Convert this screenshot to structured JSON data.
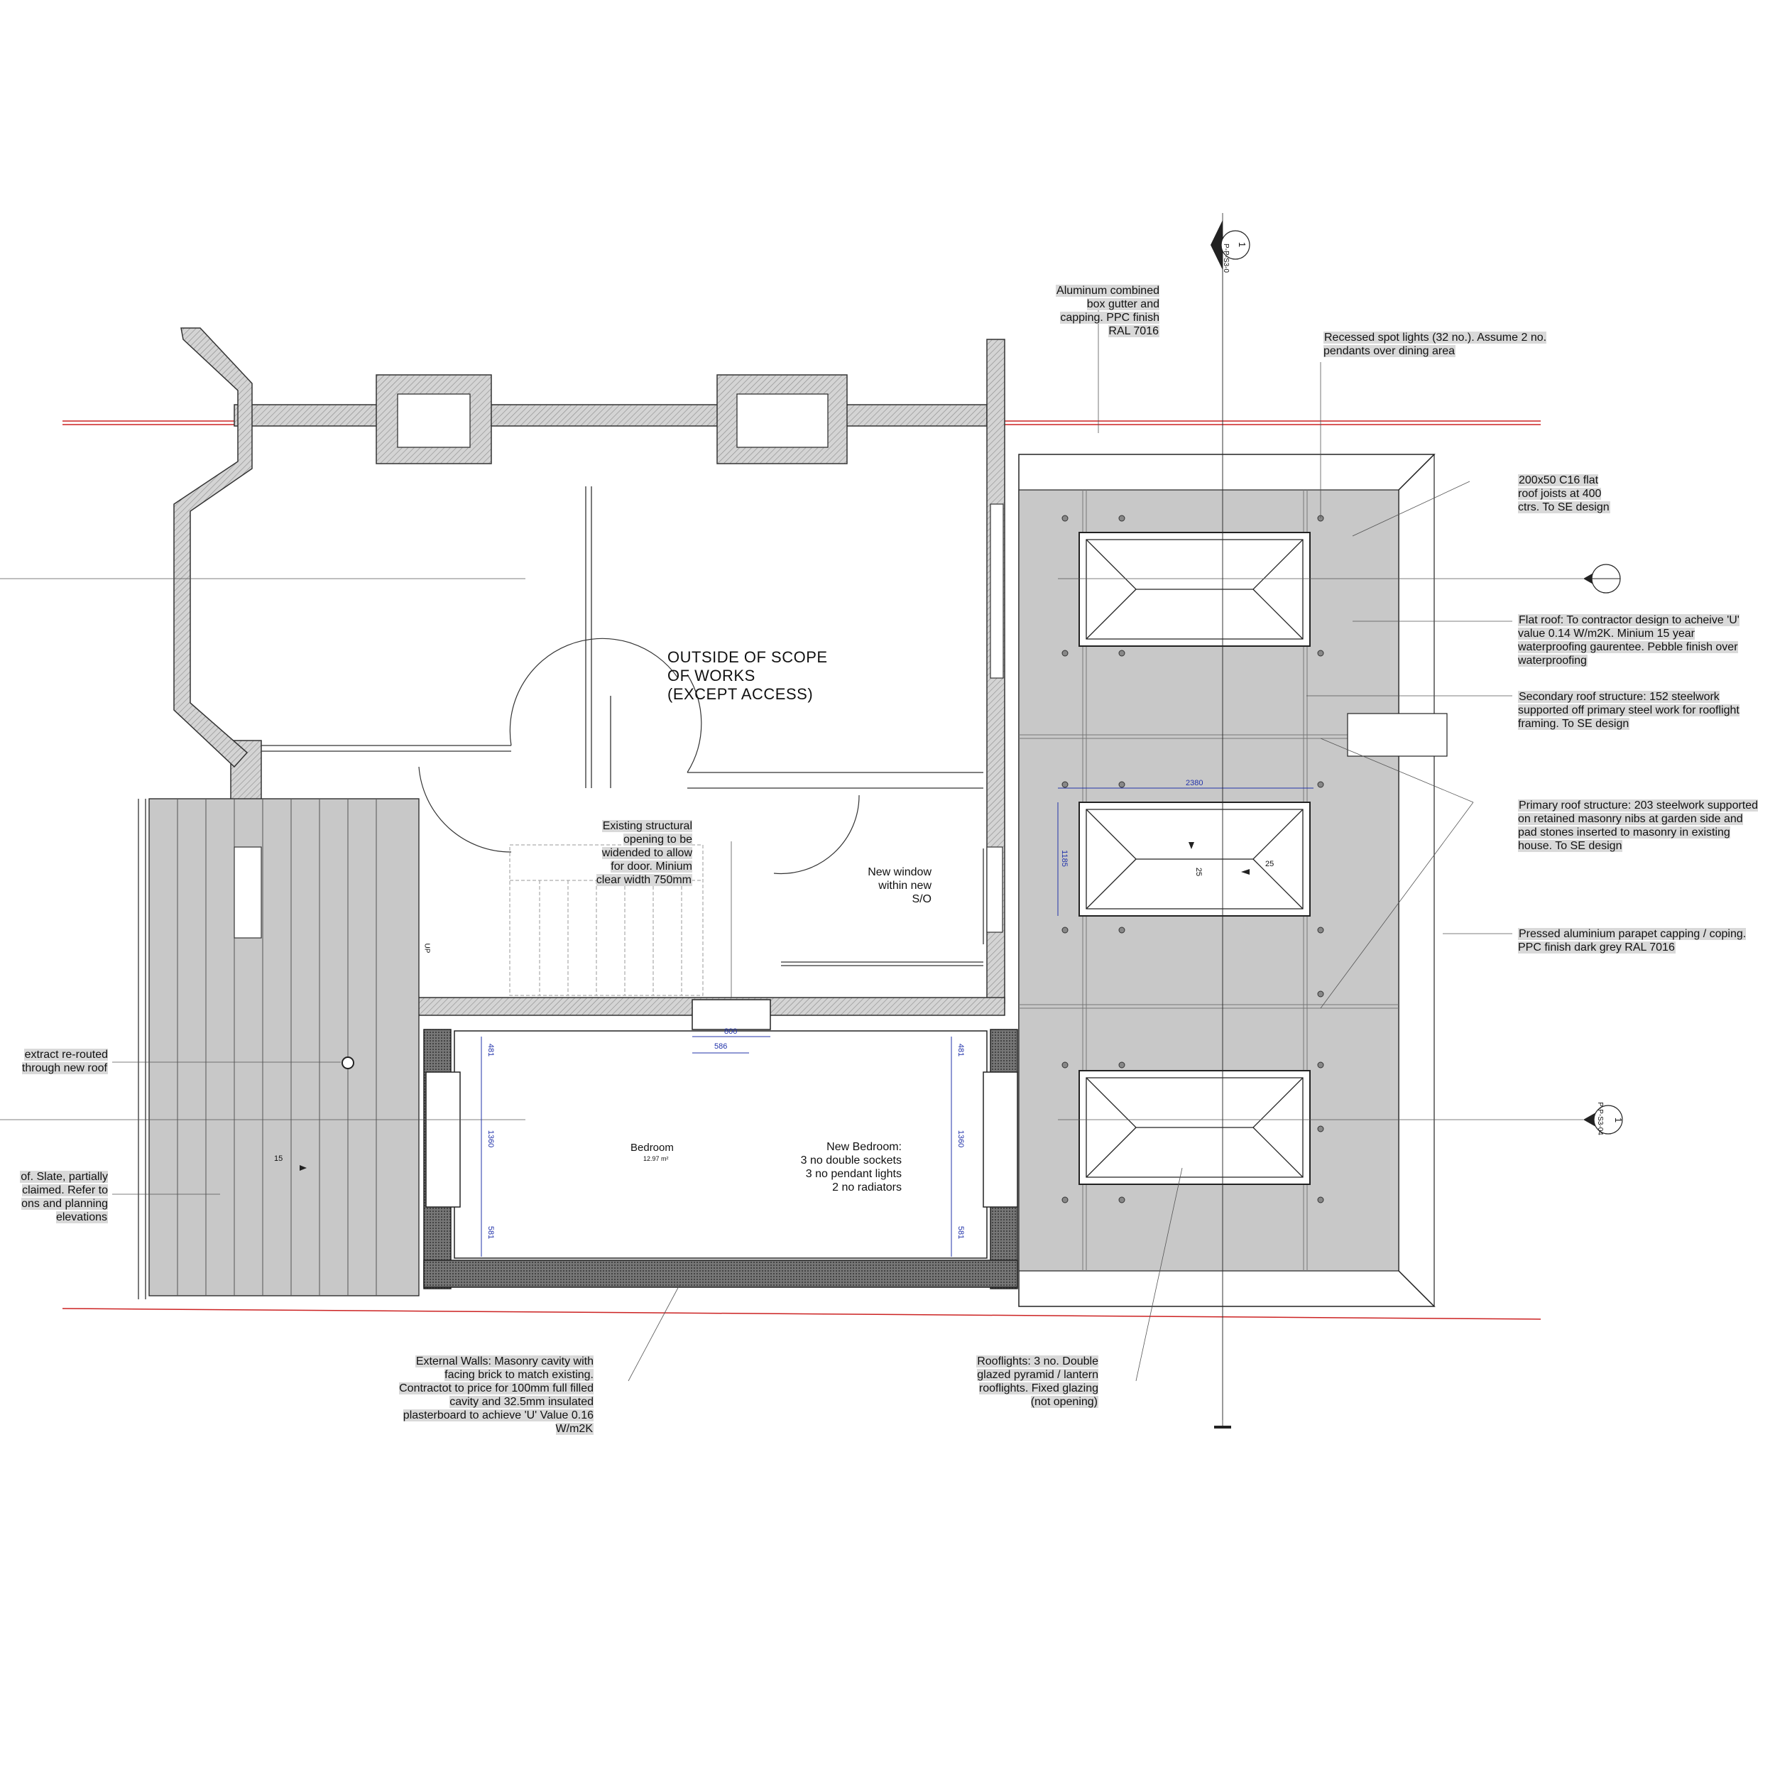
{
  "rooms": {
    "scope_label": "OUTSIDE OF SCOPE\nOF WORKS\n(EXCEPT ACCESS)",
    "bedroom_name": "Bedroom",
    "bedroom_area": "12.97 m²",
    "stair_up": "UP"
  },
  "annotations": {
    "gutter": "Aluminum combined\nbox gutter and\ncapping. PPC finish\nRAL 7016",
    "spotlights": "Recessed spot lights (32 no.). Assume 2 no.\npendants over dining area",
    "joists": "200x50 C16 flat\nroof joists at 400\nctrs. To SE design",
    "flat_roof": "Flat roof: To contractor design to acheive 'U'\nvalue 0.14 W/m2K. Minium 15 year\nwaterproofing gaurentee. Pebble finish over\nwaterproofing",
    "secondary": "Secondary roof structure: 152 steelwork\nsupported off primary steel work for rooflight\nframing. To SE design",
    "primary": "Primary roof structure: 203 steelwork supported\non retained masonry nibs at garden side and\npad stones inserted to masonry in existing\nhouse. To SE design",
    "parapet": "Pressed aluminium parapet capping / coping.\nPPC finish dark grey RAL 7016",
    "opening": "Existing structural\nopening to be\nwidended to allow\nfor door. Minium\nclear width 750mm",
    "new_window": "New window\nwithin new\nS/O",
    "new_bedroom": "New Bedroom:\n3 no double sockets\n3 no pendant lights\n2 no radiators",
    "extract": "extract re-routed\nthrough new roof",
    "slate": "of. Slate, partially\nclaimed. Refer to\nons and planning\nelevations",
    "external_walls": "External Walls: Masonry cavity with\nfacing brick to match existing.\nContractot to price for 100mm full filled\ncavity and 32.5mm insulated\nplasterboard to achieve 'U' Value 0.16\nW/m2K",
    "rooflights": "Rooflights: 3 no. Double\nglazed pyramid / lantern\nrooflights. Fixed glazing\n(not opening)"
  },
  "dimensions": {
    "d2380": "2380",
    "d1185": "1185",
    "slope25a": "25",
    "slope25b": "25",
    "slope15": "15",
    "d800": "800",
    "d586": "586",
    "d481l": "481",
    "d1360l": "1360",
    "d581l": "581",
    "d481r": "481",
    "d1360r": "1360",
    "d581r": "581"
  },
  "section_markers": {
    "top_num": "1",
    "top_ref": "P-P-S3-0",
    "right_num": "1",
    "right_ref": "P-P-S3-04"
  },
  "colors": {
    "roof_fill": "#c8c8c8",
    "wall_hatch": "#9a9a9a",
    "red_line": "#cc2222",
    "dim_blue": "#2233aa"
  }
}
